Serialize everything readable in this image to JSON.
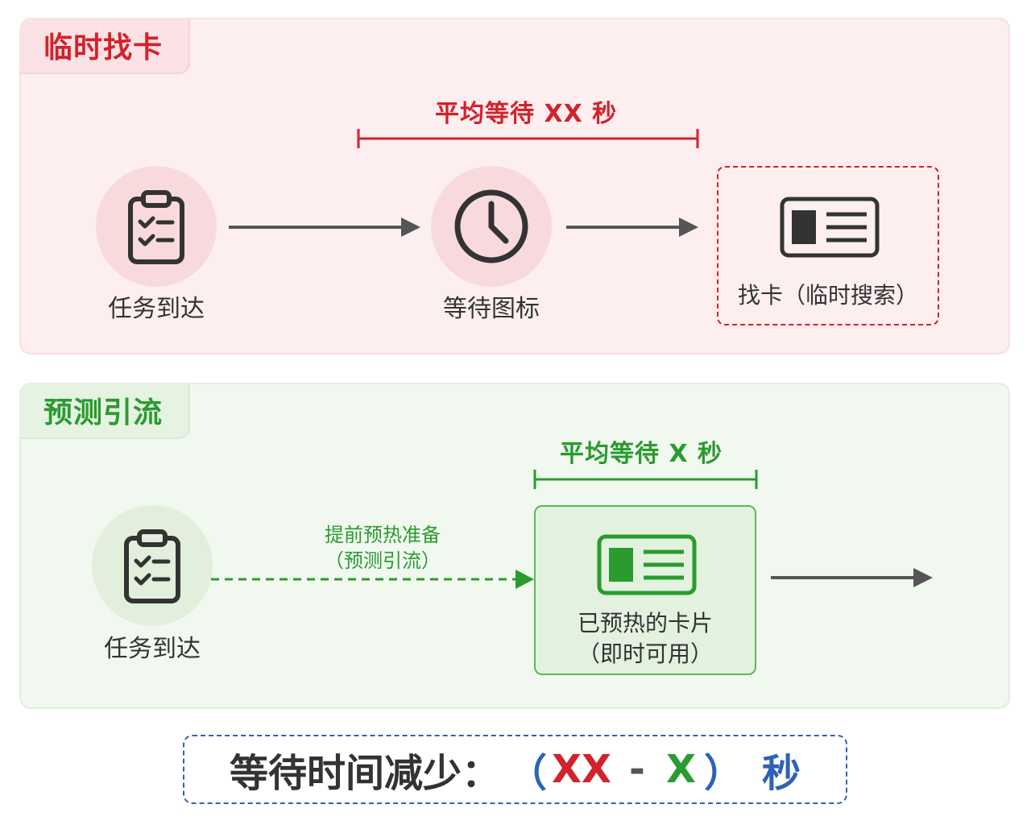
{
  "top_panel": {
    "title": "临时找卡",
    "wait_label": "平均等待 XX 秒",
    "node_task": "任务到达",
    "node_wait": "等待图标",
    "node_find": "找卡（临时搜索）"
  },
  "bottom_panel": {
    "title": "预测引流",
    "wait_label": "平均等待 X 秒",
    "node_task": "任务到达",
    "prep_line1": "提前预热准备",
    "prep_line2": "（预测引流）",
    "card_line1": "已预热的卡片",
    "card_line2": "（即时可用）"
  },
  "summary": {
    "text": "等待时间减少：",
    "open_paren": "（",
    "xx": "XX",
    "minus": "-",
    "x": "X",
    "close_paren": "）",
    "unit": "秒"
  },
  "colors": {
    "red": "#d2222c",
    "green": "#2a9b2f",
    "blue": "#2e62b8",
    "gray": "#555555"
  },
  "icons": {
    "task": "clipboard-checklist-icon",
    "wait": "clock-icon",
    "card": "id-card-icon",
    "arrow": "arrow-right-icon"
  }
}
